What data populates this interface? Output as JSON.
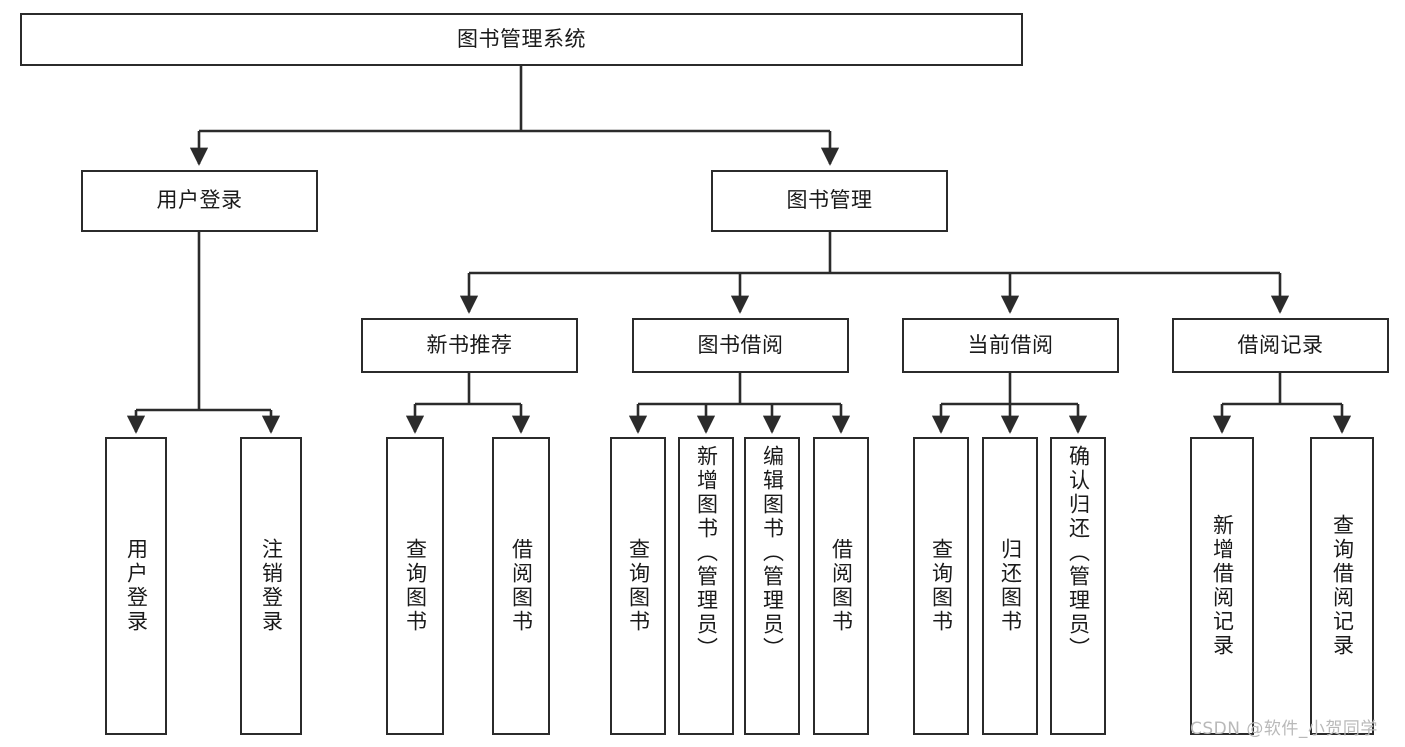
{
  "diagram": {
    "type": "tree-hierarchy",
    "title": "图书管理系统",
    "orientation": "top-down",
    "colors": {
      "box_border": "#2b2b2b",
      "box_fill": "#ffffff",
      "connector": "#2b2b2b",
      "text": "#1a1a1a",
      "watermark": "#b9b9b9"
    }
  },
  "root": {
    "label": "图书管理系统"
  },
  "level2": [
    {
      "label": "用户登录"
    },
    {
      "label": "图书管理"
    }
  ],
  "level3": [
    {
      "label": "新书推荐"
    },
    {
      "label": "图书借阅"
    },
    {
      "label": "当前借阅"
    },
    {
      "label": "借阅记录"
    }
  ],
  "leaves": {
    "user_login": [
      {
        "label": "用户登录"
      },
      {
        "label": "注销登录"
      }
    ],
    "new_book_recommend": [
      {
        "label": "查询图书"
      },
      {
        "label": "借阅图书"
      }
    ],
    "book_borrow": [
      {
        "label": "查询图书"
      },
      {
        "label": "新增图书（管理员）"
      },
      {
        "label": "编辑图书（管理员）"
      },
      {
        "label": "借阅图书"
      }
    ],
    "current_borrow": [
      {
        "label": "查询图书"
      },
      {
        "label": "归还图书"
      },
      {
        "label": "确认归还（管理员）"
      }
    ],
    "borrow_record": [
      {
        "label": "新增借阅记录"
      },
      {
        "label": "查询借阅记录"
      }
    ]
  },
  "watermark": {
    "text": "CSDN @软件_小贺同学"
  }
}
